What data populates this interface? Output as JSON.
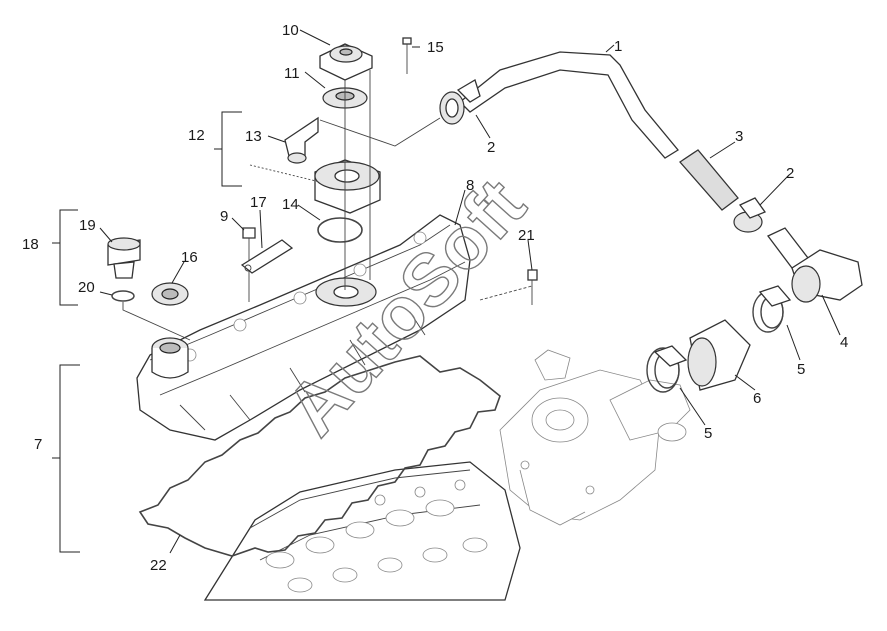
{
  "watermark": "AutoSoft",
  "parts": [
    {
      "id": "1",
      "label": "1"
    },
    {
      "id": "2a",
      "label": "2"
    },
    {
      "id": "2b",
      "label": "2"
    },
    {
      "id": "3",
      "label": "3"
    },
    {
      "id": "4",
      "label": "4"
    },
    {
      "id": "5a",
      "label": "5"
    },
    {
      "id": "5b",
      "label": "5"
    },
    {
      "id": "6",
      "label": "6"
    },
    {
      "id": "7",
      "label": "7"
    },
    {
      "id": "8",
      "label": "8"
    },
    {
      "id": "9",
      "label": "9"
    },
    {
      "id": "10",
      "label": "10"
    },
    {
      "id": "11",
      "label": "11"
    },
    {
      "id": "12",
      "label": "12"
    },
    {
      "id": "13",
      "label": "13"
    },
    {
      "id": "14",
      "label": "14"
    },
    {
      "id": "15",
      "label": "15"
    },
    {
      "id": "16",
      "label": "16"
    },
    {
      "id": "17",
      "label": "17"
    },
    {
      "id": "18",
      "label": "18"
    },
    {
      "id": "19",
      "label": "19"
    },
    {
      "id": "20",
      "label": "20"
    },
    {
      "id": "21",
      "label": "21"
    },
    {
      "id": "22",
      "label": "22"
    }
  ]
}
